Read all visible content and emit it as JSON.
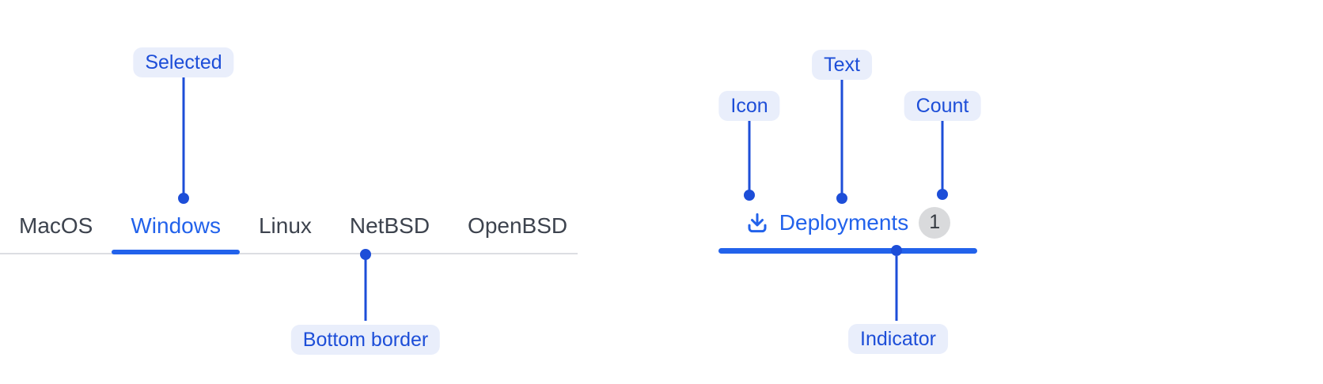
{
  "colors": {
    "accent_blue": "#2262eb",
    "annotation_blue": "#1d4ed8",
    "annotation_pill_bg": "#e9eefb",
    "tab_text_gray": "#3d434e",
    "tab_border_gray": "#dcdee2",
    "badge_bg": "#d9dadc",
    "badge_text": "#363b42",
    "background": "#ffffff"
  },
  "tabs_example": {
    "tabs": [
      {
        "label": "MacOS",
        "selected": false
      },
      {
        "label": "Windows",
        "selected": true
      },
      {
        "label": "Linux",
        "selected": false
      },
      {
        "label": "NetBSD",
        "selected": false
      },
      {
        "label": "OpenBSD",
        "selected": false
      }
    ],
    "annotations": {
      "selected": "Selected",
      "bottom_border": "Bottom border"
    }
  },
  "tab_anatomy": {
    "icon": "download-icon",
    "label": "Deployments",
    "count": "1",
    "annotations": {
      "icon": "Icon",
      "text": "Text",
      "count": "Count",
      "indicator": "Indicator"
    }
  }
}
